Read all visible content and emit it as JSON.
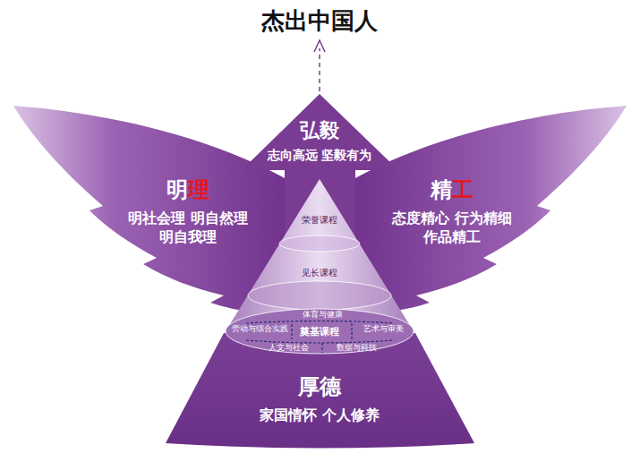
{
  "diagram": {
    "title": "杰出中国人",
    "nodes": [
      {
        "text": [
          "弘毅",
          "志向高远 坚毅有为"
        ]
      },
      {
        "text": [
          "明理",
          "明社会理 明自然理 明自我理"
        ]
      },
      {
        "text": [
          "精工",
          "态度精心 行为精细 作品精工"
        ]
      },
      {
        "text": [
          "荣誉课程"
        ]
      },
      {
        "text": [
          "见长课程"
        ]
      },
      {
        "text": [
          "奠基课程"
        ]
      },
      {
        "text": [
          "厚德",
          "家国情怀 个人修养"
        ]
      }
    ],
    "labels": [
      "体育与健康",
      "劳动与综合实践",
      "艺术与审美",
      "人文与社会",
      "数据与科技"
    ]
  }
}
